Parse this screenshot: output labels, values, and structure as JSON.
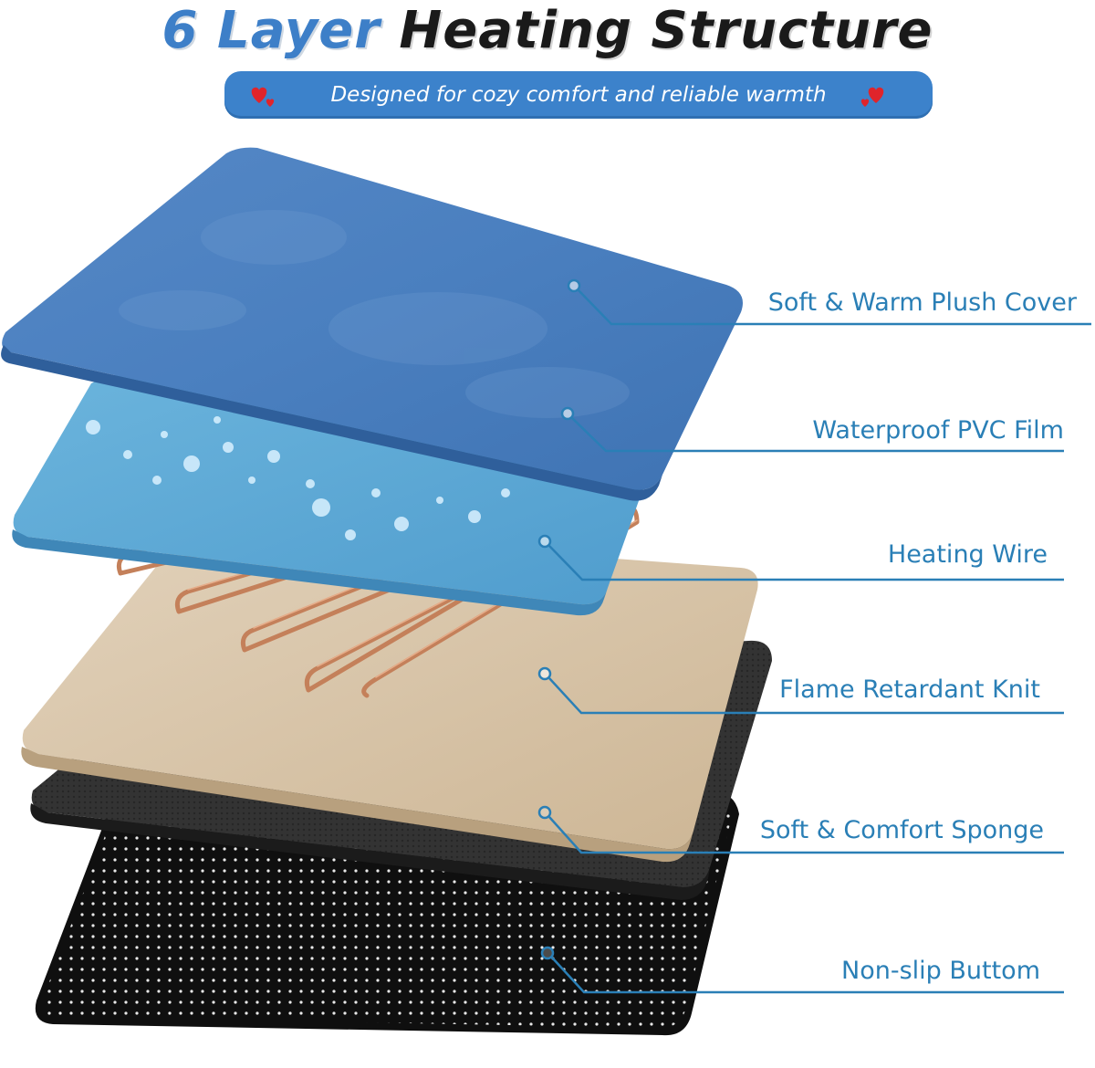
{
  "header": {
    "title_accent": "6 Layer",
    "title_main": "Heating Structure",
    "subtitle": "Designed for cozy comfort and reliable warmth"
  },
  "layers": [
    {
      "label": "Soft & Warm Plush  Cover",
      "color": "#4a7fbf"
    },
    {
      "label": "Waterproof PVC Film",
      "color": "#5ea9d6"
    },
    {
      "label": "Heating Wire",
      "color": "#c4805a"
    },
    {
      "label": "Flame Retardant Knit",
      "color": "#d8c4a8"
    },
    {
      "label": "Soft & Comfort Sponge",
      "color": "#2f2f2f"
    },
    {
      "label": "Non-slip Buttom",
      "color": "#151515"
    }
  ],
  "colors": {
    "accent": "#3c82cb",
    "label": "#2a7fb6",
    "heart": "#e0242b"
  }
}
